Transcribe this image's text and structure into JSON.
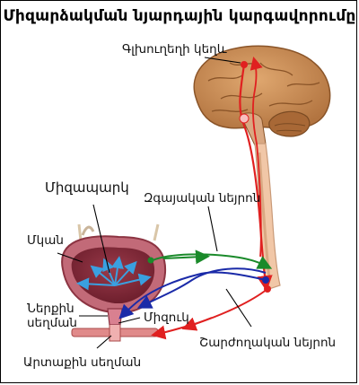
{
  "title": "Միզարձակման նյարդային կարգավորումը",
  "labels": {
    "cortex": "Գլխուղեղի կեղև",
    "sensory_neuron": "Զգայական նեյրոն",
    "bladder": "Միզապարկ",
    "muscle": "Մկան",
    "internal_sphincter_line1": "Ներքին",
    "internal_sphincter_line2": "սեղման",
    "urethra": "Միզուկ",
    "motor_neuron": "Շարժողական նեյրոն",
    "external_sphincter": "Արտաքին սեղման"
  },
  "colors": {
    "sensory_pathway": "#1a8a2a",
    "motor_pathway_red": "#e02020",
    "motor_pathway_blue": "#1a2aa8",
    "bladder_wall": "#b85a6a",
    "brain": "#c98d55",
    "arrows": "#3aa0e0"
  }
}
